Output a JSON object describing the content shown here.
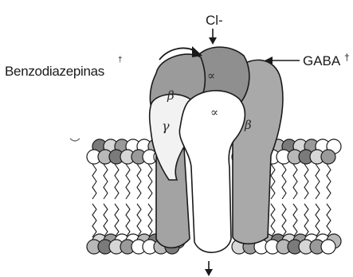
{
  "labels": {
    "ion": "Cl-",
    "benzodiazepines": "Benzodiazepinas",
    "benzodiazepines_mark": "†",
    "gaba": "GABA",
    "gaba_mark": "†"
  },
  "subunits": {
    "beta_left": "β",
    "alpha_top": "∝",
    "gamma": "γ",
    "alpha_front": "∝",
    "beta_right": "β"
  },
  "colors": {
    "subunit_dark": "#8f8f8f",
    "subunit_mid": "#a9a9a9",
    "subunit_light": "#f2f2f2",
    "head_dark": "#7d7d7d",
    "head_light": "#ffffff",
    "outline": "#1a1a1a"
  }
}
